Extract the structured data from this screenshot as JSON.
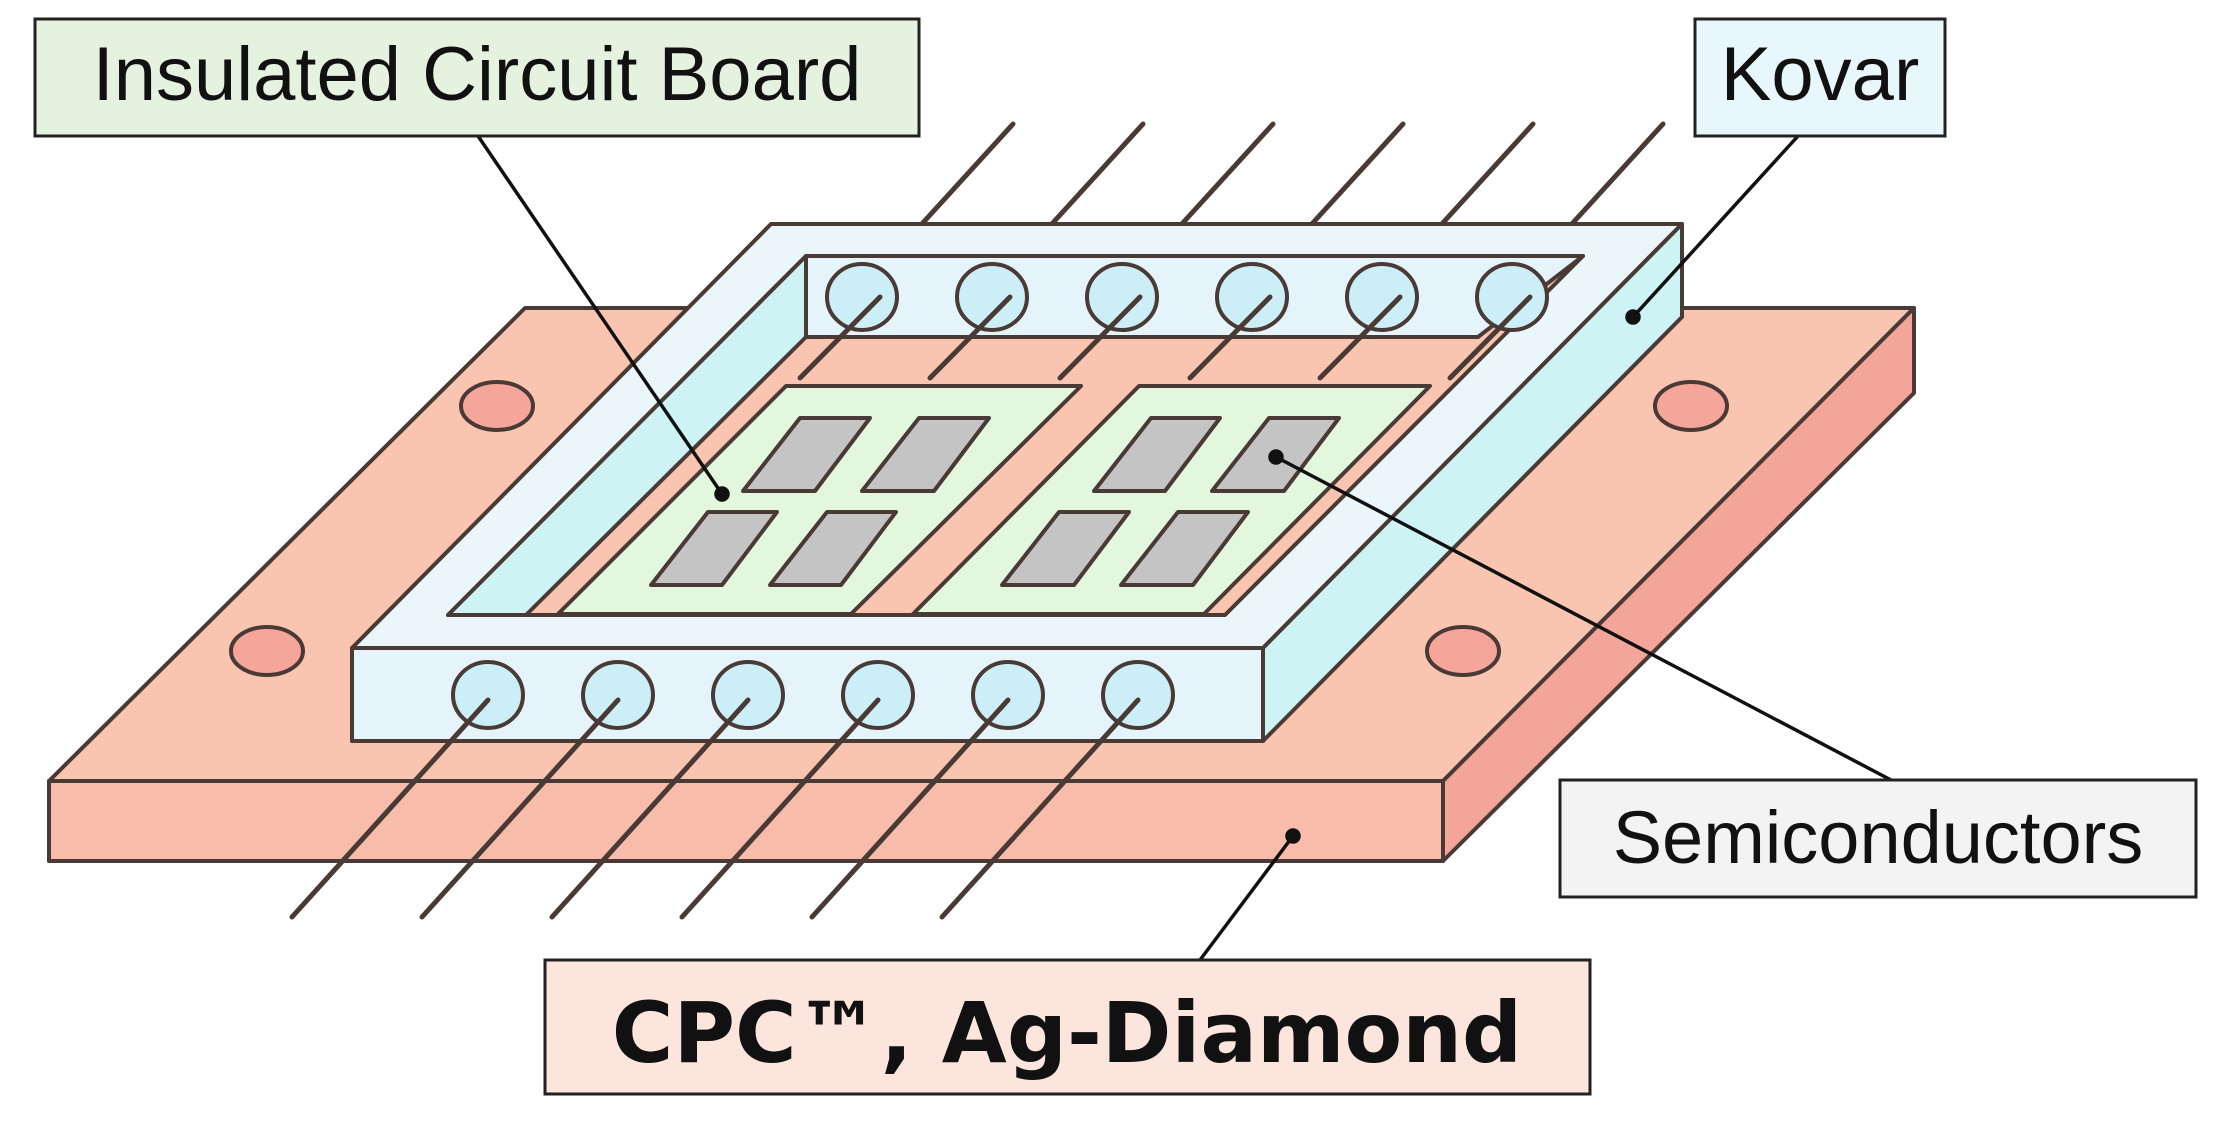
{
  "labels": {
    "insulated_circuit_board": "Insulated Circuit Board",
    "kovar": "Kovar",
    "semiconductors": "Semiconductors",
    "base_material": "CPC™, Ag-Diamond"
  },
  "colors": {
    "outline": "#4a3a36",
    "base_top": "#f9c4b0",
    "base_front": "#f7bcaa",
    "base_side": "#f2a598",
    "base_hole": "#f6a59a",
    "kovar_front": "#e4f4fa",
    "kovar_side": "#cdf3f5",
    "kovar_top": "#eaf6fa",
    "pin_hole": "#cceef6",
    "circuit_board": "#e3f7df",
    "chip": "#c4c4c4",
    "label_icb_bg": "#e6f2e0",
    "label_kovar_bg": "#e8f7fb",
    "label_semi_bg": "#f3f3f3",
    "label_base_bg": "#fbe5dc",
    "leader": "#111111"
  }
}
